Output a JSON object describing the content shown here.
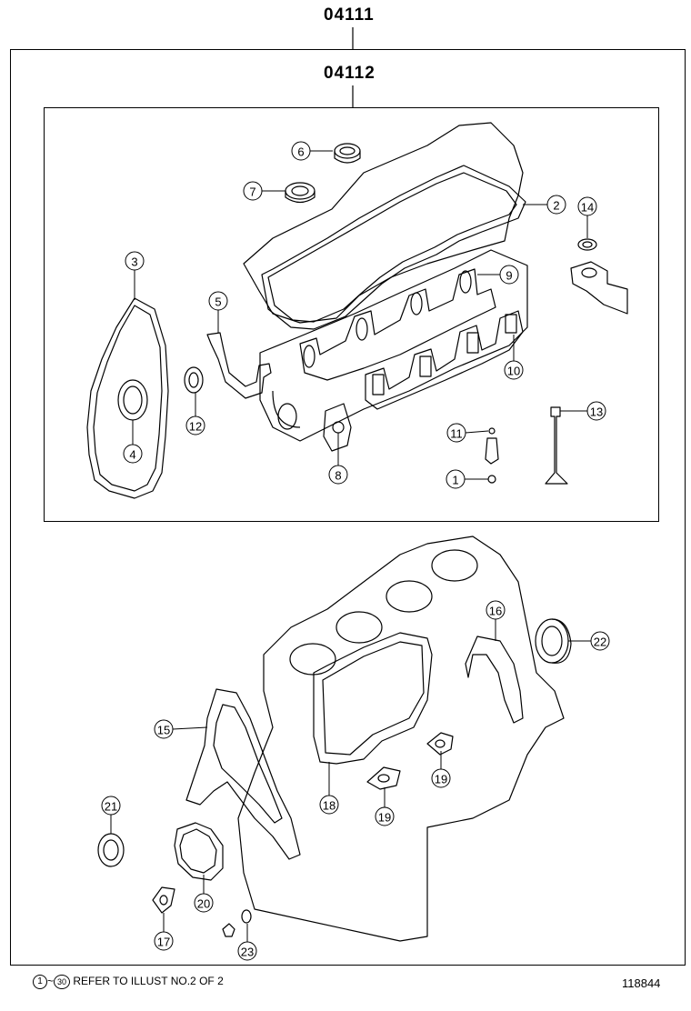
{
  "header": {
    "outer_code": "04111",
    "inner_code": "04112"
  },
  "callouts": {
    "c1": "1",
    "c2": "2",
    "c3": "3",
    "c4": "4",
    "c5": "5",
    "c6": "6",
    "c7": "7",
    "c8": "8",
    "c9": "9",
    "c10": "10",
    "c11": "11",
    "c12": "12",
    "c13": "13",
    "c14": "14",
    "c15": "15",
    "c16": "16",
    "c17": "17",
    "c18": "18",
    "c19a": "19",
    "c19b": "19",
    "c20": "20",
    "c21": "21",
    "c22": "22",
    "c23": "23"
  },
  "footer": {
    "range_start": "1",
    "range_sep": "~",
    "range_end": "30",
    "note": "REFER TO ILLUST NO.2 OF 2",
    "illust_number": "118844"
  }
}
